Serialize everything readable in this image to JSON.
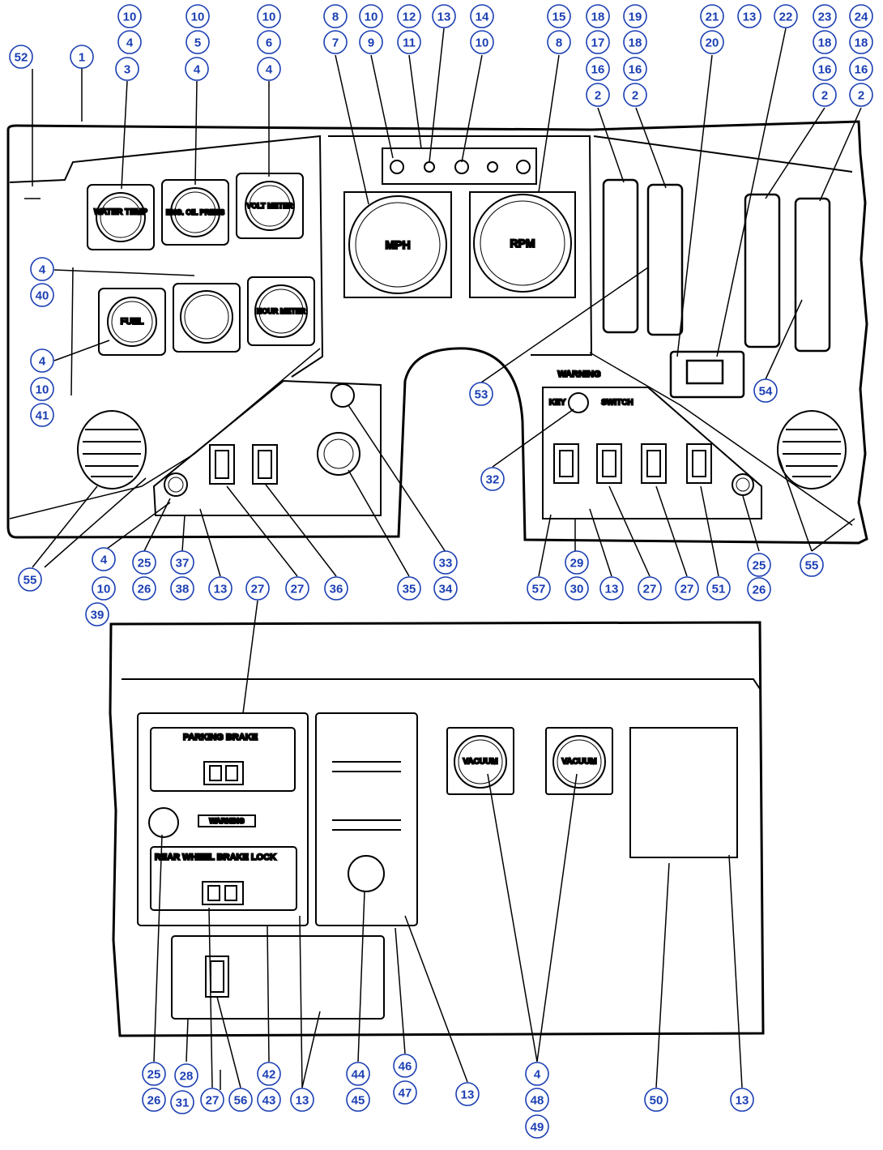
{
  "gauges": {
    "water_temp": "WATER TEMP",
    "eng_oil_press": "ENG. OIL PRESS",
    "volt_meter": "VOLT METER",
    "fuel": "FUEL",
    "hour_meter": "HOUR METER",
    "mph": "MPH",
    "rpm": "RPM",
    "vacuum_left": "VACUUM",
    "vacuum_right": "VACUUM"
  },
  "labels": {
    "warning_top": "WARNING",
    "key": "KEY",
    "switch": "SWITCH",
    "parking_brake": "PARKING BRAKE",
    "warning_plate": "WARNING",
    "rear_wheel_brake_lock": "REAR WHEEL BRAKE LOCK"
  },
  "callouts": [
    "1",
    "2",
    "3",
    "4",
    "5",
    "6",
    "7",
    "8",
    "9",
    "10",
    "11",
    "12",
    "13",
    "14",
    "15",
    "16",
    "17",
    "18",
    "19",
    "20",
    "21",
    "22",
    "23",
    "24",
    "25",
    "26",
    "27",
    "28",
    "29",
    "30",
    "31",
    "32",
    "33",
    "34",
    "35",
    "36",
    "37",
    "38",
    "39",
    "40",
    "41",
    "42",
    "43",
    "44",
    "45",
    "46",
    "47",
    "48",
    "49",
    "50",
    "51",
    "52",
    "53",
    "54",
    "55",
    "56",
    "57"
  ],
  "colors": {
    "callout": "#1b3fb3",
    "line": "#000000"
  }
}
